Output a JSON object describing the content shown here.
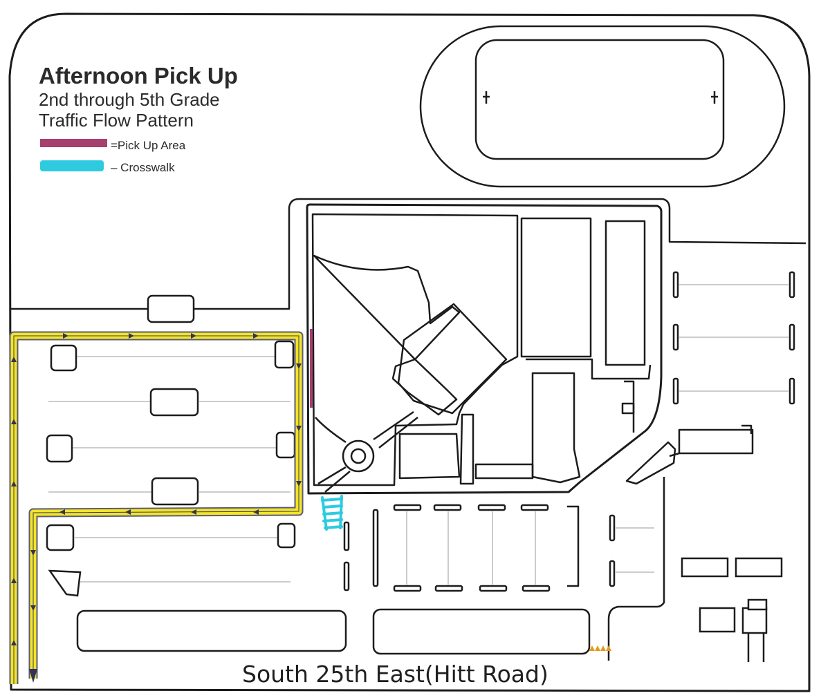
{
  "title": "Afternoon Pick Up",
  "subtitle_line1": "2nd through 5th Grade",
  "subtitle_line2": "Traffic Flow Pattern",
  "legend": {
    "pickup_label": "=Pick Up Area",
    "crosswalk_label": "– Crosswalk",
    "pickup_color": "#a8406e",
    "crosswalk_color": "#2ecbe0"
  },
  "road_name": "South 25th East(Hitt Road)",
  "route": {
    "color": "#f3e529",
    "edge_color": "#5a5a7a"
  },
  "cone_color": "#e39b1d"
}
